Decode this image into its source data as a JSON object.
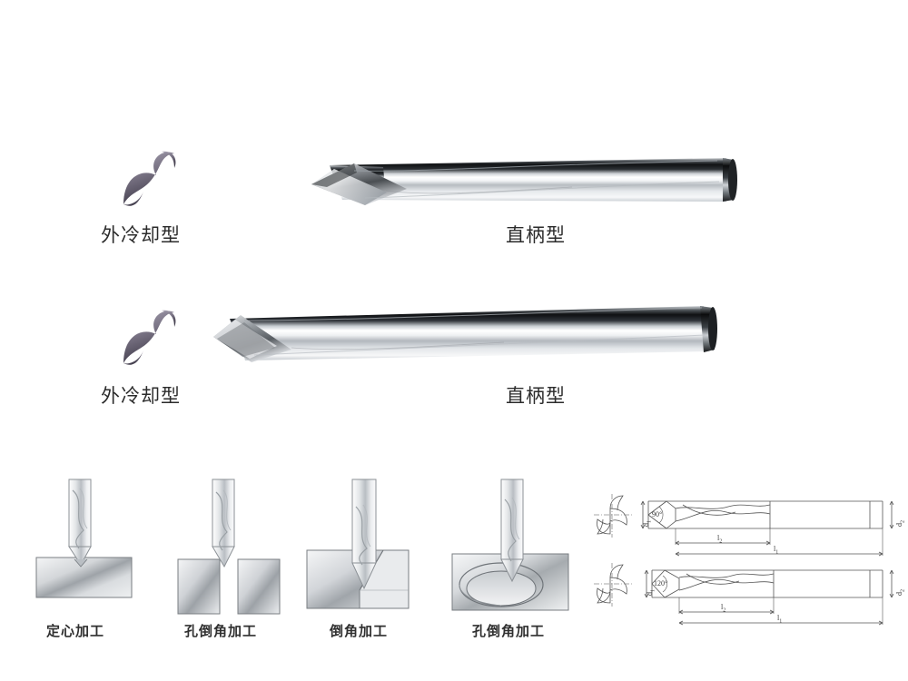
{
  "page": {
    "title": "数控定心钻 / 倒角钻 产品图",
    "background": "#ffffff"
  },
  "colors": {
    "coolant_icon_top": "#9a95a8",
    "coolant_icon_bottom": "#4a4553",
    "steel_light": "#ffffff",
    "steel_mid": "#b9bcc0",
    "steel_dark": "#1c1c1c",
    "outline": "#6f6f6f",
    "tech_line": "#555555",
    "caption_text": "#2b2b2b"
  },
  "rows": [
    {
      "id": "row-90",
      "coolant_icon": "external-coolant-s-icon",
      "coolant_label": "外冷却型",
      "shank_label": "直柄型",
      "point_angle": "90°"
    },
    {
      "id": "row-120",
      "coolant_icon": "external-coolant-s-icon",
      "coolant_label": "外冷却型",
      "shank_label": "直柄型",
      "point_angle": "120°"
    }
  ],
  "applications": [
    {
      "id": "app-centering",
      "label": "定心加工",
      "icon": "spot-drilling-illustration"
    },
    {
      "id": "app-hole-chamfer-1",
      "label": "孔倒角加工",
      "icon": "hole-chamfer-illustration"
    },
    {
      "id": "app-chamfer",
      "label": "倒角加工",
      "icon": "edge-chamfer-illustration"
    },
    {
      "id": "app-hole-chamfer-2",
      "label": "孔倒角加工",
      "icon": "countersink-illustration"
    }
  ],
  "tech_drawings": [
    {
      "id": "tech-90",
      "cross_section_icon": "two-flute-cross-section-icon",
      "angle": "90°",
      "dims": {
        "d1": "d",
        "d1_sub": "1",
        "d2": "d",
        "d2_sub": "2",
        "l1": "l",
        "l1_sub": "1",
        "l2": "l",
        "l2_sub": "2"
      }
    },
    {
      "id": "tech-120",
      "cross_section_icon": "two-flute-cross-section-icon",
      "angle": "120°",
      "dims": {
        "d1": "d",
        "d1_sub": "1",
        "d2": "d",
        "d2_sub": "2",
        "l1": "l",
        "l1_sub": "1",
        "l2": "l",
        "l2_sub": "2"
      }
    }
  ]
}
